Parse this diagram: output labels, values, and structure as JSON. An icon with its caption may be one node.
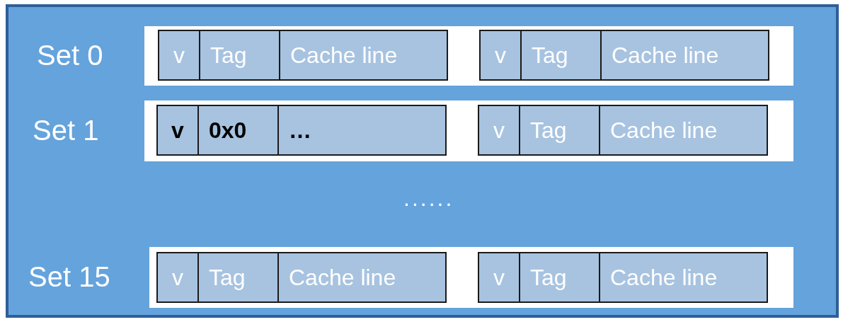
{
  "diagram": {
    "nodes": [
      {
        "text": [],
        "shape": "box"
      },
      {
        "text": [
          "Set 0"
        ],
        "in": 0
      },
      {
        "text": [
          "v",
          "Tag",
          "Cache line"
        ],
        "in": 1
      },
      {
        "text": [
          "v",
          "Tag",
          "Cache line"
        ],
        "in": 1
      },
      {
        "text": [
          "Set 1"
        ],
        "in": 0
      },
      {
        "text": [
          "v",
          "0x0",
          "…"
        ],
        "in": 4
      },
      {
        "text": [
          "v",
          "Tag",
          "Cache line"
        ],
        "in": 4
      },
      {
        "text": [
          "Set 15"
        ],
        "in": 0
      },
      {
        "text": [
          "v",
          "Tag",
          "Cache line"
        ],
        "in": 7
      },
      {
        "text": [
          "v",
          "Tag",
          "Cache line"
        ],
        "in": 7
      }
    ],
    "labels": [
      "......"
    ]
  }
}
